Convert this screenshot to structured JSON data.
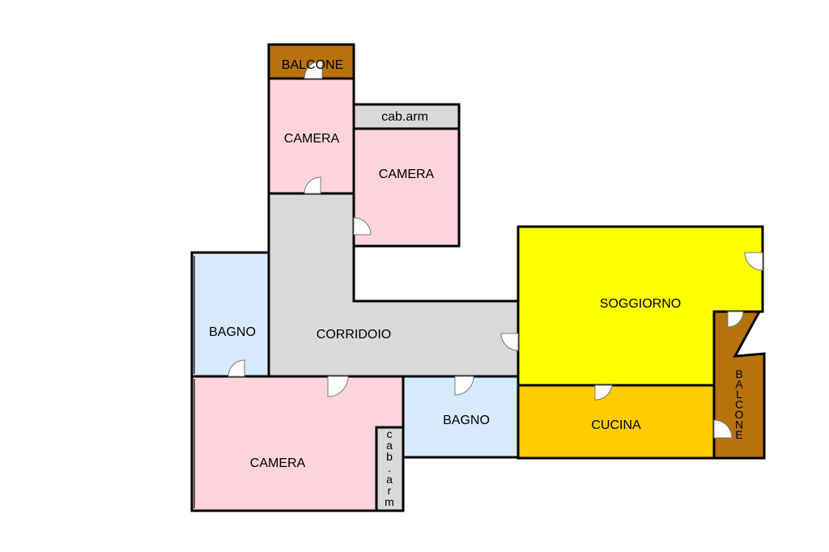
{
  "colors": {
    "balcony": "#b8720b",
    "bedroom": "#fdd4dc",
    "closet": "#d9d9d9",
    "corridor": "#d9d9d9",
    "bathroom": "#d6eafc",
    "living": "#ffff00",
    "kitchen": "#ffcc00"
  },
  "rooms": {
    "balcone_top": "BALCONE",
    "camera_top_left": "CAMERA",
    "cab_arm_top": "cab.arm",
    "camera_top_right": "CAMERA",
    "bagno_left": "BAGNO",
    "corridoio": "CORRIDOIO",
    "soggiorno": "SOGGIORNO",
    "camera_bottom": "CAMERA",
    "cab_arm_vertical": "cab.arm",
    "bagno_bottom": "BAGNO",
    "cucina": "CUCINA",
    "balcone_right": "BALCONE"
  }
}
